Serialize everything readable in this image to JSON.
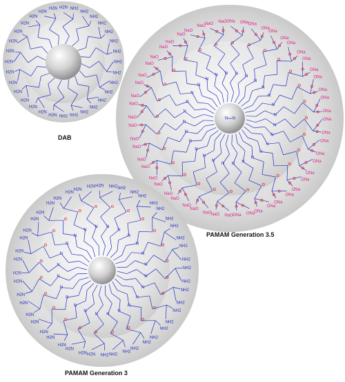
{
  "captions": {
    "dab": "DAB",
    "pamam35": "PAMAM Generation 3.5",
    "pamam3": "PAMAM Generation 3"
  },
  "atom_labels": {
    "amine": "NH2",
    "amine_alt": "H2N",
    "nitrogen": "N",
    "imine": "NH",
    "oxygen": "O",
    "sodium_left": "NaO",
    "sodium_right": "ONa"
  },
  "colors": {
    "nitrogen": "#1f2fbf",
    "oxygen": "#e0262e",
    "sodium": "#e0208a",
    "bond": "#1f2fbf",
    "shell": "#d9d9d9",
    "core": "#c8c8c8"
  }
}
